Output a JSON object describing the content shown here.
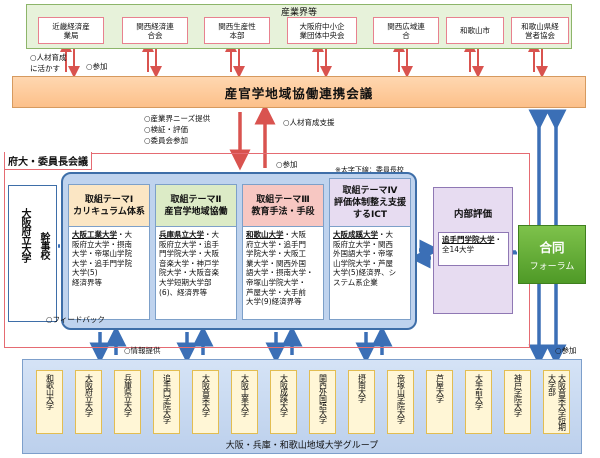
{
  "industry": {
    "title": "産業界等",
    "members": [
      "近畿経済産\n業局",
      "関西経済連\n合会",
      "関西生産性\n本部",
      "大阪府中小企\n業団体中央会",
      "関西広域連\n合",
      "和歌山市",
      "和歌山県経\n営者協会"
    ]
  },
  "notes": {
    "hr_cultivation": "○人材育成\nに活かす",
    "participation": "○参加",
    "needs": "○産業界ニーズ提供\n○検証・評価\n○委員会参加",
    "hr_support": "○人材育成支援",
    "participation2": "○参加",
    "underline_note": "※太字下線：委員長校",
    "feedback": "○フィードバック",
    "info": "○情報提供",
    "participation3": "○参加"
  },
  "council": {
    "label": "産官学地域協働連携会議"
  },
  "presidents": {
    "label": "府大・委員長会議"
  },
  "board": {
    "line1": "大阪府立大学",
    "line2": "幹事校"
  },
  "themes": [
    {
      "head": "取組テーマⅠ\nカリキュラム体系",
      "chair": "大阪工業大学",
      "rest": "・大\n阪府立大学・摂南\n大学・帝塚山学院\n大学・追手門学院\n大学(5)\n経済界等",
      "color": "#fbe6c4"
    },
    {
      "head": "取組テーマⅡ\n産官学地域協働",
      "chair": "兵庫県立大学",
      "rest": "・大\n阪府立大学・追手\n門学院大学・大阪\n音楽大学・神戸学\n院大学・大阪音楽\n大学短期大学部\n(6)、経済界等",
      "color": "#dcebc6"
    },
    {
      "head": "取組テーマⅢ\n教育手法・手段",
      "chair": "和歌山大学",
      "rest": "・大阪\n府立大学・追手門\n学院大学・大阪工\n業大学・関西外国\n語大学・摂南大学・\n帝塚山学院大学・\n芦屋大学・大手前\n大学(9)経済界等",
      "color": "#f7c7c2"
    },
    {
      "head": "取組テーマⅣ\n評価体制整え支援\nするICT",
      "chair": "大阪成蹊大学",
      "rest": "・大\n阪府立大学・関西\n外国語大学・帝塚\n山学院大学・芦屋\n大学(5)経済界、シ\nステム系企業",
      "color": "#e7dcf1"
    }
  ],
  "internal": {
    "title": "内部評価",
    "chair": "追手門学院大学",
    "rest": "・全14大学"
  },
  "forum": {
    "line1": "合同",
    "line2": "フォーラム"
  },
  "universities": {
    "title": "大阪・兵庫・和歌山地域大学グループ",
    "list": [
      "和歌山大学",
      "大阪府立大学",
      "兵庫県立大学",
      "追手門学院大学",
      "大阪音楽大学",
      "大阪工業大学",
      "大阪成蹊大学",
      "関西外国語大学",
      "摂南大学",
      "帝塚山学院大学",
      "芦屋大学",
      "大手前大学",
      "神戸学院大学",
      "大阪音楽大学短期大学部"
    ]
  }
}
